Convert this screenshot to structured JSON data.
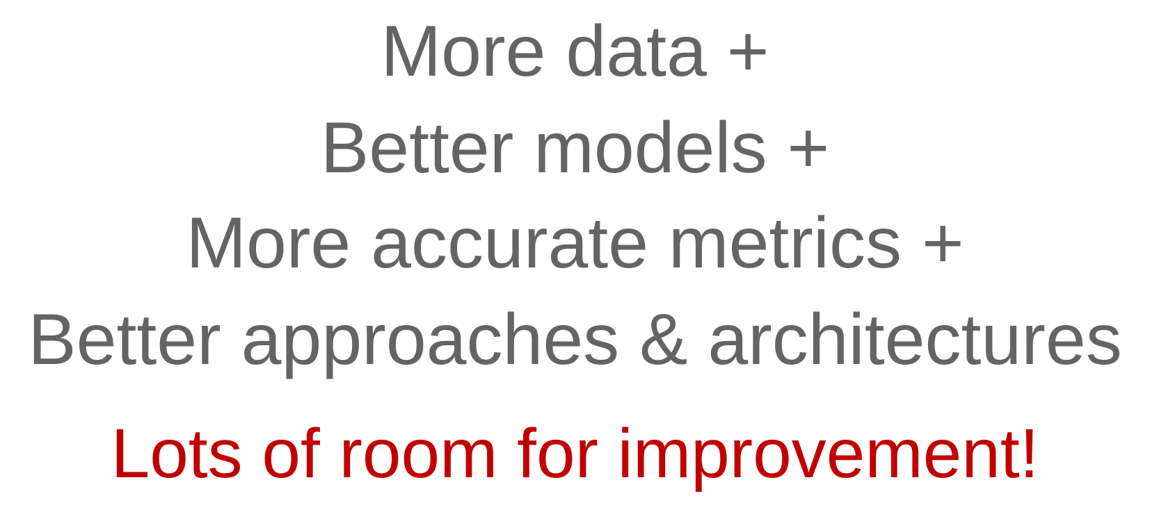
{
  "slide": {
    "lines": [
      "More data +",
      "Better models +",
      "More accurate metrics +",
      "Better approaches & architectures"
    ],
    "tagline": "Lots of room for improvement!",
    "colors": {
      "body_text": "#646464",
      "tagline_text": "#c00000",
      "background": "#ffffff"
    }
  }
}
